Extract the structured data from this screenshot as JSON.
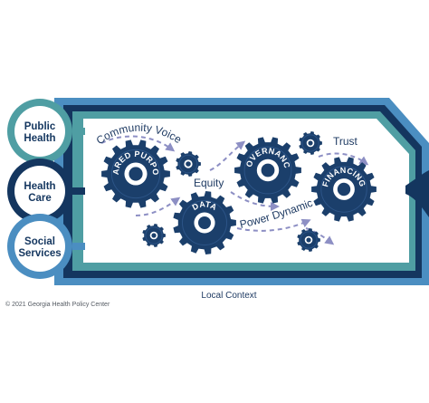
{
  "sectors": [
    {
      "id": "public-health",
      "lines": [
        "Public",
        "Health"
      ],
      "color": "#4f9ea3"
    },
    {
      "id": "health-care",
      "lines": [
        "Health",
        "Care"
      ],
      "color": "#14365f"
    },
    {
      "id": "social-services",
      "lines": [
        "Social",
        "Services"
      ],
      "color": "#4b8ec1"
    }
  ],
  "gears": {
    "shared_purpose": "SHARED PURPOSE",
    "data": "DATA",
    "governance": "GOVERNANCE",
    "financing": "FINANCING"
  },
  "flow_labels": {
    "community_voices": "Community Voices",
    "equity": "Equity",
    "trust": "Trust",
    "power_dynamics": "Power Dynamics"
  },
  "footer_label": "Local Context",
  "copyright": "© 2021 Georgia Health Policy Center",
  "colors": {
    "navy": "#1b3f6b",
    "dark_navy": "#14365f",
    "teal": "#4f9ea3",
    "blue": "#4b8ec1",
    "dash": "#8d8fc4"
  }
}
